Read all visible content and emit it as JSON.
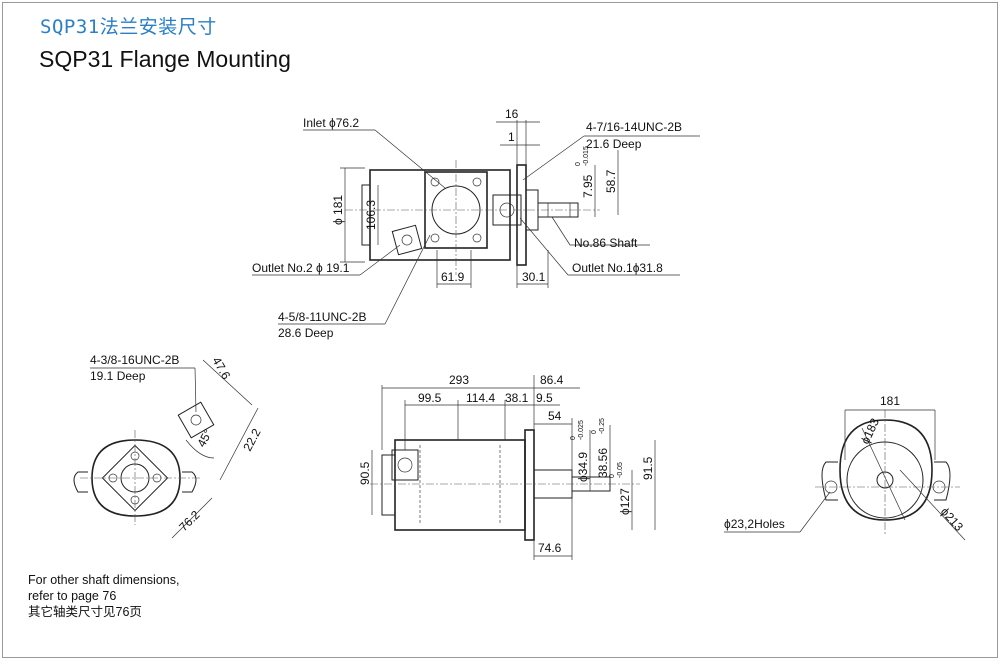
{
  "title_cn": "SQP31法兰安装尺寸",
  "title_en": "SQP31 Flange Mounting",
  "note": {
    "line1": "For other shaft dimensions,",
    "line2": "refer to page",
    "page": "76",
    "line3": "其它轴类尺寸见76页"
  },
  "top_view": {
    "inlet": "Inlet ϕ76.2",
    "thread_top": "4-7/16-14UNC-2B",
    "thread_top_deep": "21.6 Deep",
    "dim_16": "16",
    "dim_1": "1",
    "dim_795": "7.95",
    "tol_795_upper": "0",
    "tol_795_lower": "-0.015",
    "dim_587": "58.7",
    "dim_181": "ϕ 181",
    "dim_1063": "106.3",
    "shaft": "No.86 Shaft",
    "outlet2": "Outlet No.2 ϕ 19.1",
    "dim_619": "61.9",
    "dim_301": "30.1",
    "outlet1": "Outlet No.1ϕ31.8",
    "thread_bot": "4-5/8-11UNC-2B",
    "thread_bot_deep": "28.6 Deep"
  },
  "port_view": {
    "thread": "4-3/8-16UNC-2B",
    "thread_deep": "19.1 Deep",
    "dim_476": "47.6",
    "dim_222": "22.2",
    "dim_45": "45°",
    "dim_762": "76.2"
  },
  "side_view": {
    "dim_293": "293",
    "dim_864": "86.4",
    "dim_995": "99.5",
    "dim_1144": "114.4",
    "dim_381": "38.1",
    "dim_95": "9.5",
    "dim_54": "54",
    "dim_905": "90.5",
    "dim_349": "ϕ34.9",
    "tol_349_upper": "0",
    "tol_349_lower": "-0.025",
    "dim_3856": "38.56",
    "tol_3856_upper": "0",
    "tol_3856_lower": "-0.25",
    "dim_127": "ϕ127",
    "tol_127_upper": "0",
    "tol_127_lower": "-0.05",
    "dim_915": "91.5",
    "dim_746": "74.6"
  },
  "end_view": {
    "dim_181": "181",
    "dim_183": "ϕ183",
    "holes": "ϕ23,2Holes",
    "dim_213": "ϕ213"
  }
}
